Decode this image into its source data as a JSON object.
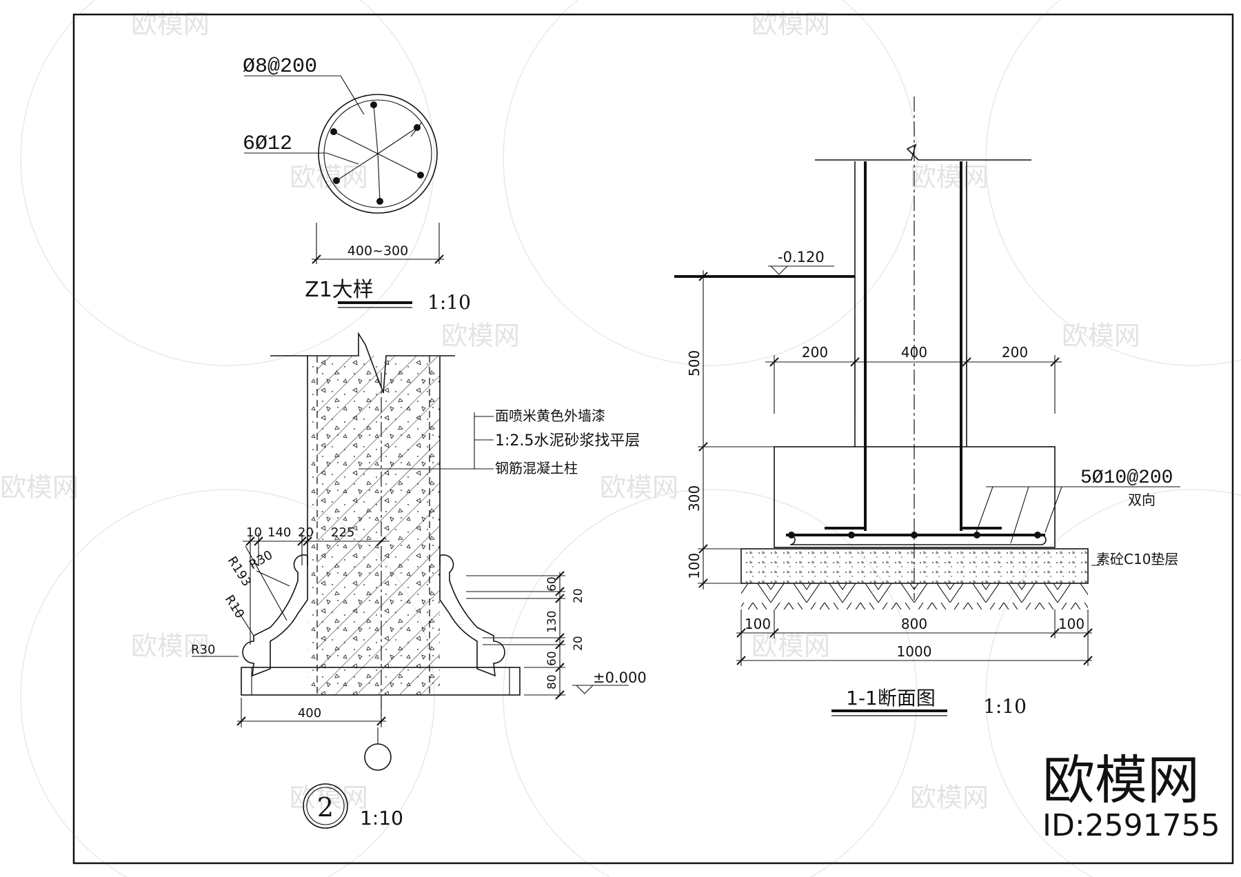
{
  "detail_z1": {
    "title": "Z1大样",
    "scale": "1:10",
    "rebar_stirrup": "Ø8@200",
    "rebar_main": "6Ø12",
    "diameter_dim": "400~300"
  },
  "detail_2": {
    "number": "2",
    "scale": "1:10",
    "notes": [
      "面喷米黄色外墙漆",
      "1:2.5水泥砂浆找平层",
      "钢筋混凝土柱"
    ],
    "dims_top": [
      "10",
      "140",
      "20",
      "225"
    ],
    "radii": [
      "R193",
      "R30",
      "R10",
      "R30"
    ],
    "dims_right": [
      "60",
      "20",
      "130",
      "20",
      "60",
      "80"
    ],
    "level": "±0.000",
    "dim_bottom": "400"
  },
  "section_1_1": {
    "title": "1-1断面图",
    "scale": "1:10",
    "level": "-0.120",
    "dims_top": [
      "200",
      "400",
      "200"
    ],
    "dims_left": [
      "500",
      "300",
      "100"
    ],
    "rebar": "5Ø10@200",
    "rebar_note": "双向",
    "bed": "素砼C10垫层",
    "dims_bottom": [
      "100",
      "800",
      "100"
    ],
    "dim_total": "1000"
  },
  "watermark": {
    "brand": "欧模网",
    "id": "ID:2591755"
  }
}
